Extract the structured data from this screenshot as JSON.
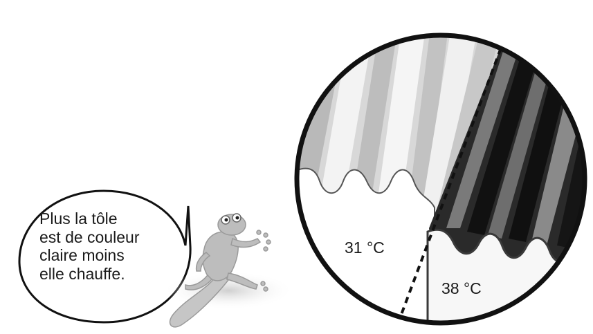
{
  "speech_bubble": {
    "lines": [
      "Plus la tôle",
      "est de couleur",
      "claire moins",
      "elle chauffe."
    ]
  },
  "magnifier": {
    "light_sheet_temperature": "31 °C",
    "dark_sheet_temperature": "38 °C"
  },
  "colors": {
    "outline": "#111111",
    "light_sheet": "#d9d9d9",
    "dark_sheet": "#222222",
    "lizard": "#b8b8b8"
  }
}
